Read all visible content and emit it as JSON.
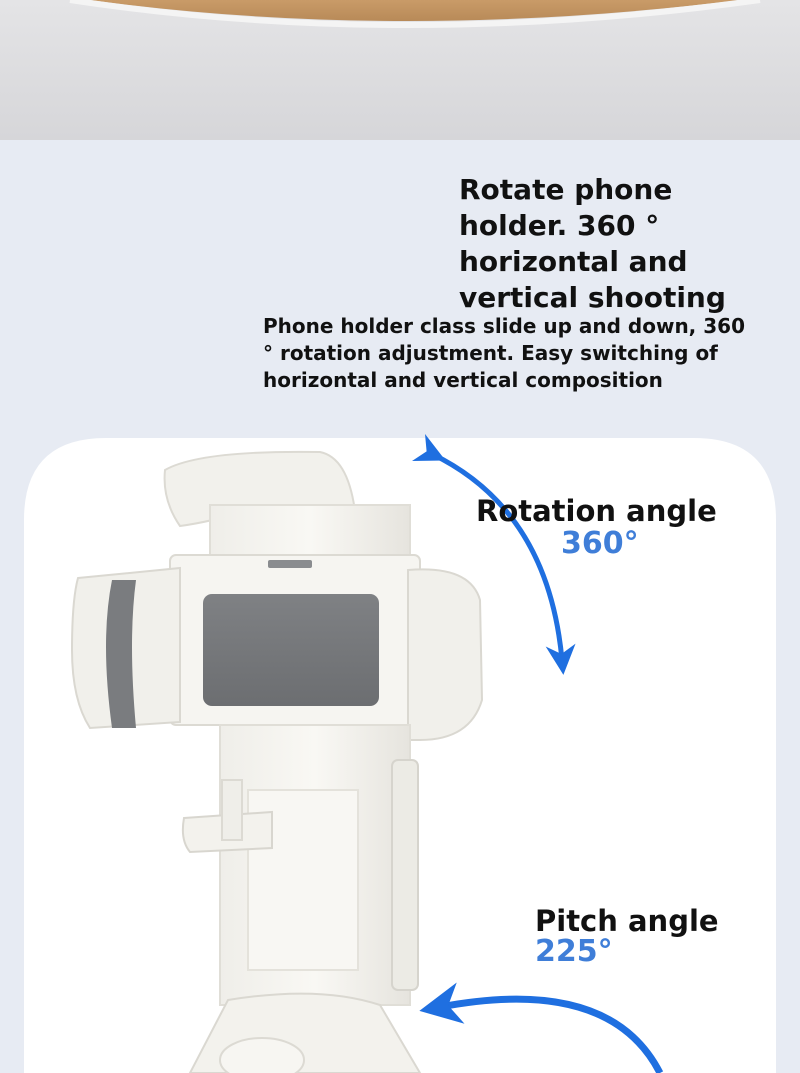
{
  "heading": {
    "lines": [
      "Rotate phone",
      "holder. 360 °",
      "horizontal and",
      "vertical shooting"
    ]
  },
  "description": {
    "lines": [
      "Phone holder class slide up and down, 360",
      "° rotation adjustment. Easy switching of",
      "horizontal and vertical composition"
    ]
  },
  "rotation": {
    "label": "Rotation angle",
    "value": "360°"
  },
  "pitch": {
    "label": "Pitch angle",
    "value": "225°"
  },
  "colors": {
    "background": "#e7ebf3",
    "card": "#ffffff",
    "arrow": "#1f6fe0",
    "value_text": "#3f7ed8",
    "pad": "#787a7d"
  }
}
